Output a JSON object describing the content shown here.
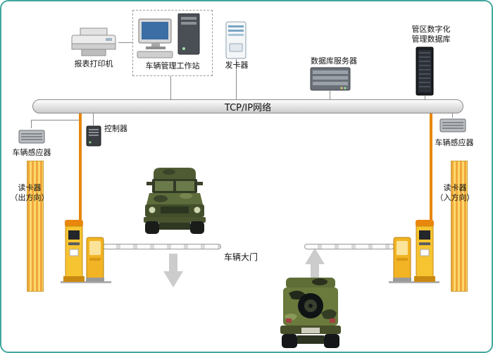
{
  "network": {
    "label": "TCP/IP网络"
  },
  "devices": {
    "printer": {
      "label": "报表打印机"
    },
    "workstation": {
      "label": "车辆管理工作站"
    },
    "card_issuer": {
      "label": "发卡器"
    },
    "database_server": {
      "label": "数据库服务器"
    },
    "district_database": {
      "label_line1": "管区数字化",
      "label_line2": "管理数据库"
    },
    "controller": {
      "label": "控制器"
    },
    "sensor_left": {
      "label": "车辆感应器"
    },
    "sensor_right": {
      "label": "车辆感应器"
    },
    "reader_left": {
      "label_line1": "读卡器",
      "label_line2": "（出方向）"
    },
    "reader_right": {
      "label_line1": "读卡器",
      "label_line2": "（入方向）"
    },
    "gate": {
      "label": "车辆大门"
    }
  },
  "colors": {
    "frame_border": "#43a89f",
    "orange_line": "#e8860d",
    "wall_stripe_light": "#fcd96a",
    "wall_stripe_dark": "#f0a63c",
    "arrow_gray": "#cccccc"
  }
}
